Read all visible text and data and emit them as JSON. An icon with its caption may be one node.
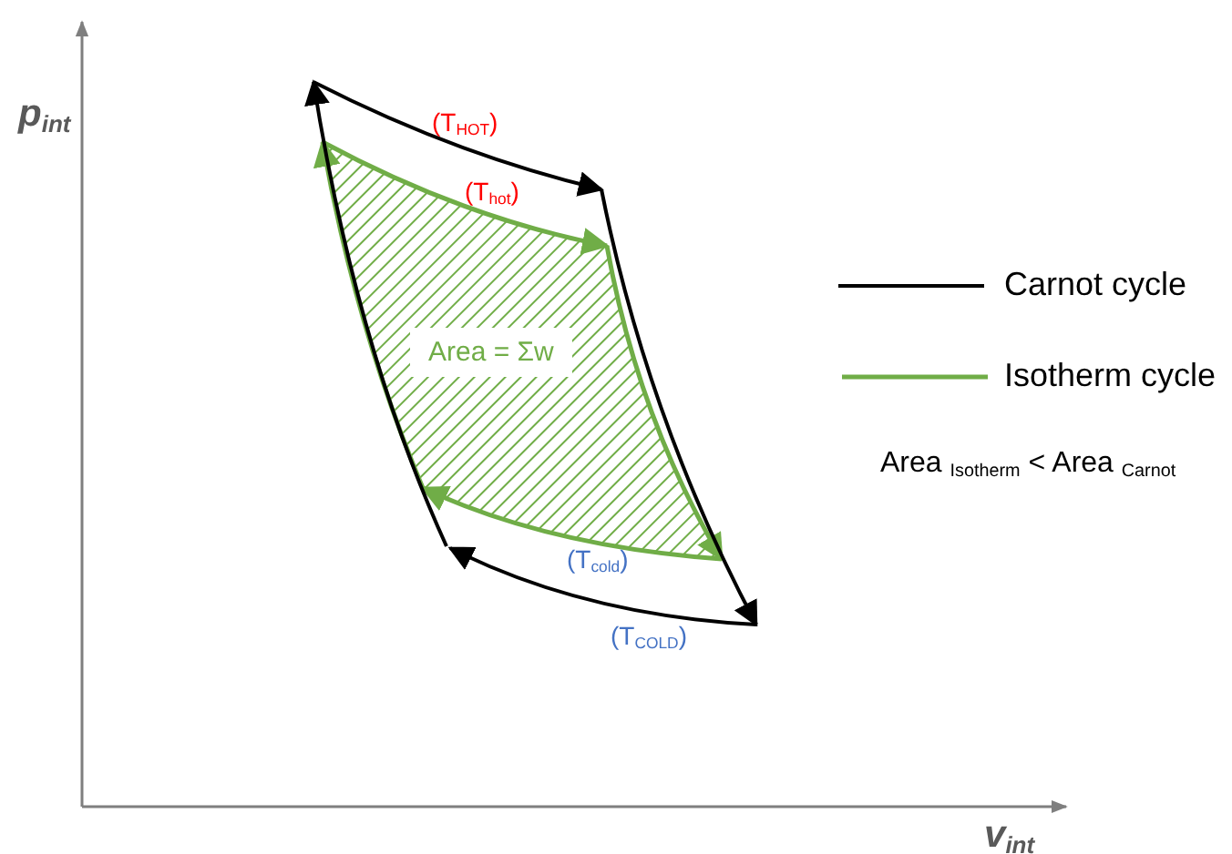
{
  "diagram": {
    "labels": [
      "p$_{int}$",
      "(T$_{HOT}$)",
      "(T$_{hot}$)",
      "Area = Σw",
      "(T$_{cold}$)",
      "(T$_{COLD}$)",
      "v$_{int}$",
      "Area $_{Isotherm}$ < Area $_{Carnot}$"
    ],
    "legend": [
      {
        "text": "Carnot cycle"
      },
      {
        "text": "Isotherm cycle"
      }
    ]
  }
}
